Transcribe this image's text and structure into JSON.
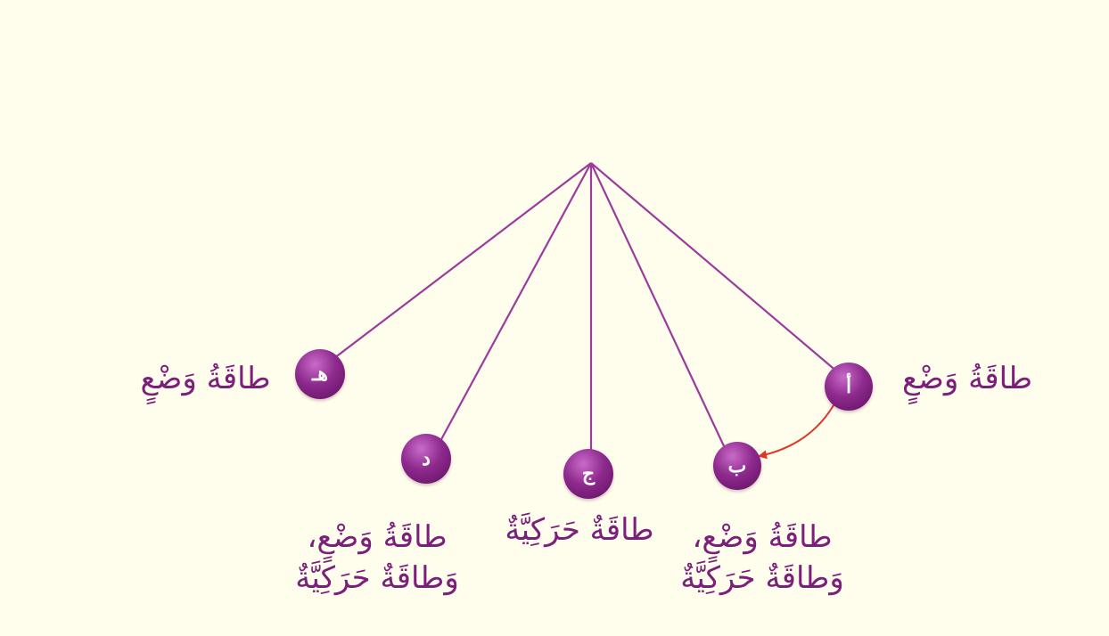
{
  "colors": {
    "background": "#fffdec",
    "string": "#9b3b9b",
    "text": "#7b1f7b",
    "arrow": "#e0352a"
  },
  "bobs": [
    {
      "letter": "أ"
    },
    {
      "letter": "ب"
    },
    {
      "letter": "ج"
    },
    {
      "letter": "د"
    },
    {
      "letter": "هـ"
    }
  ],
  "labels": {
    "a": "طاقَةُ وَضْعٍ",
    "b_line1": "طاقَةُ وَضْعٍ،",
    "b_line2": "وَطاقَةٌ حَرَكِيَّةٌ",
    "c": "طاقَةٌ حَرَكِيَّةٌ",
    "d_line1": "طاقَةُ وَضْعٍ،",
    "d_line2": "وَطاقَةٌ حَرَكِيَّةٌ",
    "e": "طاقَةُ وَضْعٍ"
  }
}
